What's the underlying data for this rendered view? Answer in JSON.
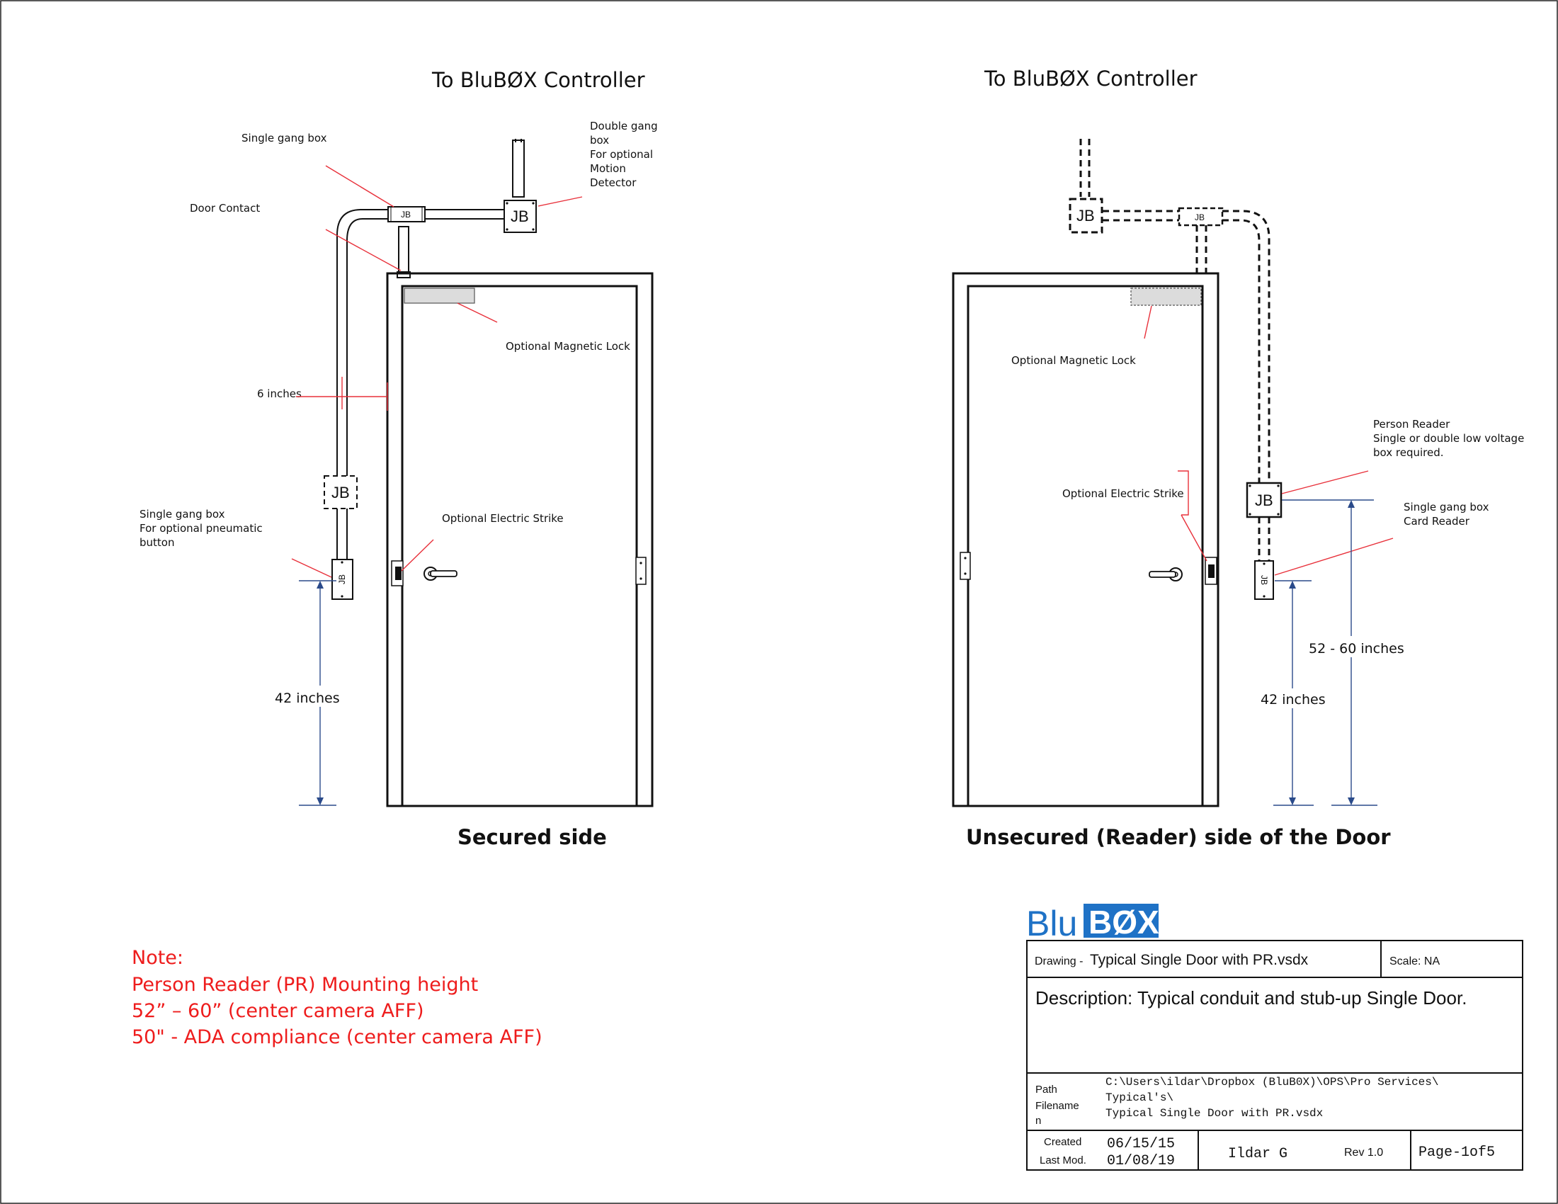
{
  "left": {
    "controller_label": "To BluBØX Controller",
    "single_gang_box": "Single gang box",
    "door_contact": "Door Contact",
    "double_gang_box": [
      "Double gang",
      "box",
      "For optional",
      "Motion",
      "Detector"
    ],
    "magnetic_lock": "Optional Magnetic Lock",
    "six_inches": "6 inches",
    "pneumatic_box": [
      "Single gang box",
      "For optional pneumatic",
      "button"
    ],
    "electric_strike": "Optional Electric Strike",
    "height": "42 inches",
    "side_label": "Secured side",
    "jb": "JB"
  },
  "right": {
    "controller_label": "To BluBØX Controller",
    "magnetic_lock": "Optional Magnetic Lock",
    "person_reader": [
      "Person Reader",
      "Single or double low voltage",
      "box required."
    ],
    "card_reader": [
      "Single gang box",
      "Card Reader"
    ],
    "electric_strike": "Optional Electric Strike",
    "height_pr": "52 - 60  inches",
    "height": "42 inches",
    "side_label": "Unsecured (Reader) side of the Door",
    "jb": "JB"
  },
  "note": {
    "heading": "Note:",
    "lines": [
      "Person Reader (PR) Mounting height",
      "52” – 60” (center camera AFF)",
      "50\"  - ADA compliance (center camera AFF)"
    ]
  },
  "logo": {
    "blu": "Blu",
    "box": "BØX"
  },
  "title_block": {
    "drawing_prefix": "Drawing - ",
    "drawing_name": "Typical Single Door with PR.vsdx",
    "scale": "Scale: NA",
    "description": "Description: Typical conduit and stub-up Single Door.",
    "path_label": "Path",
    "filename_label": "Filename",
    "filename_label_cont": "n",
    "path_lines": [
      "C:\\Users\\ildar\\Dropbox (BluB0X)\\OPS\\Pro Services\\",
      "Typical's\\",
      "Typical Single Door with PR.vsdx"
    ],
    "created_label": "Created",
    "created_date": "06/15/15",
    "lastmod_label": "Last Mod.",
    "lastmod_date": "01/08/19",
    "author": "Ildar G",
    "rev": "Rev 1.0",
    "page": "Page-1of5"
  },
  "colors": {
    "annotation": "#e8303a",
    "dimension": "#2a4a8a",
    "note": "#ee1c1c",
    "logo_blue": "#1f72c6"
  }
}
